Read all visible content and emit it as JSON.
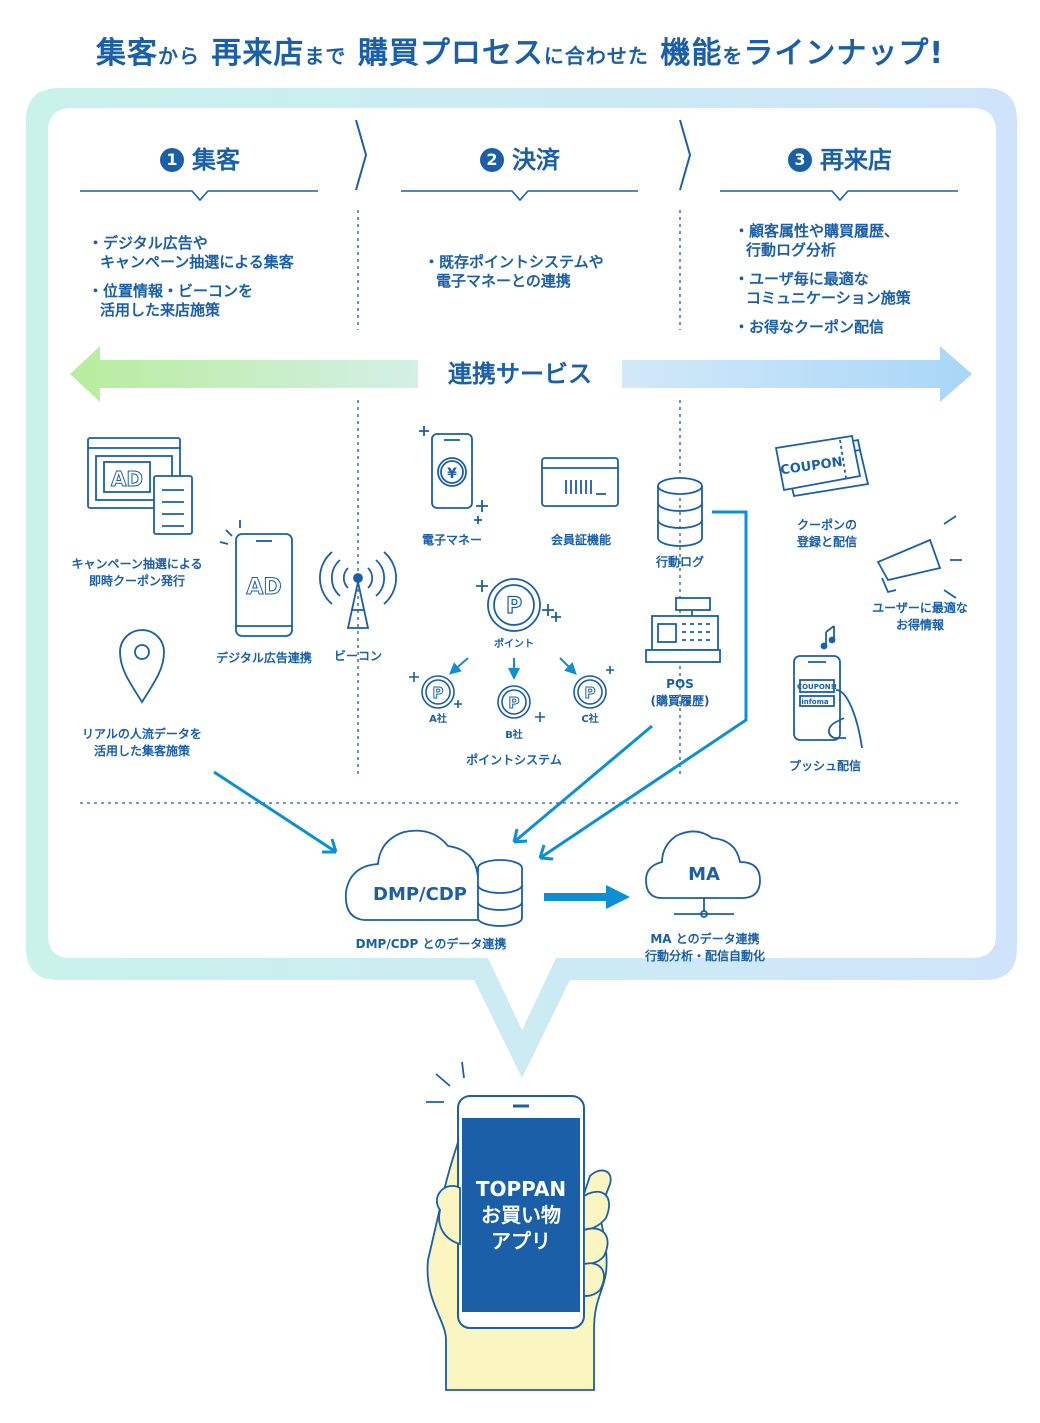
{
  "title": {
    "p1": "集客",
    "s1": "から",
    "p2": "再来店",
    "s2": "まで",
    "p3": "購買プロセス",
    "s3": "に合わせた",
    "p4": "機能",
    "s4": "を",
    "p5": "ラインナップ!"
  },
  "columns": [
    {
      "num": "1",
      "name": "集客",
      "bullets": [
        "デジタル広告や\nキャンペーン抽選による集客",
        "位置情報・ビーコンを\n活用した来店施策"
      ]
    },
    {
      "num": "2",
      "name": "決済",
      "bullets": [
        "既存ポイントシステムや\n電子マネーとの連携"
      ]
    },
    {
      "num": "3",
      "name": "再来店",
      "bullets": [
        "顧客属性や購買履歴、\n行動ログ分析",
        "ユーザ毎に最適な\nコミュニケーション施策",
        "お得なクーポン配信"
      ]
    }
  ],
  "services_label": "連携サービス",
  "icons": {
    "ad_text": "AD",
    "campaign": "キャンペーン抽選による\n即時クーポン発行",
    "digital_ad": "デジタル広告連携",
    "beacon": "ビーコン",
    "real_flow": "リアルの人流データを\n活用した集客施策",
    "emoney": "電子マネー",
    "yen": "¥",
    "member_card": "会員証機能",
    "point": "ポイント",
    "p_letter": "P",
    "company_a": "A社",
    "company_b": "B社",
    "company_c": "C社",
    "point_system": "ポイントシステム",
    "behavior_log": "行動ログ",
    "pos": "POS\n(購買履歴)",
    "coupon_text": "COUPON",
    "coupon": "クーポンの\n登録と配信",
    "best_info": "ユーザーに最適な\nお得情報",
    "push_coupon": "COUPON!!",
    "push_info": "infoma",
    "push": "プッシュ配信"
  },
  "bottom": {
    "dmp_cloud": "DMP/CDP",
    "dmp_label": "DMP/CDP とのデータ連携",
    "ma_cloud": "MA",
    "ma_label": "MA とのデータ連携\n行動分析・配信自動化"
  },
  "phone": {
    "text": "TOPPAN\nお買い物\nアプリ"
  },
  "colors": {
    "primary": "#1a5fa8",
    "accent": "#0d8fd3",
    "frame_start": "#c9f2ea",
    "frame_end": "#cde3fb",
    "arrow_green": "#b8ec9c",
    "arrow_blue": "#a9d6f7",
    "hand": "#fbf5c2"
  }
}
